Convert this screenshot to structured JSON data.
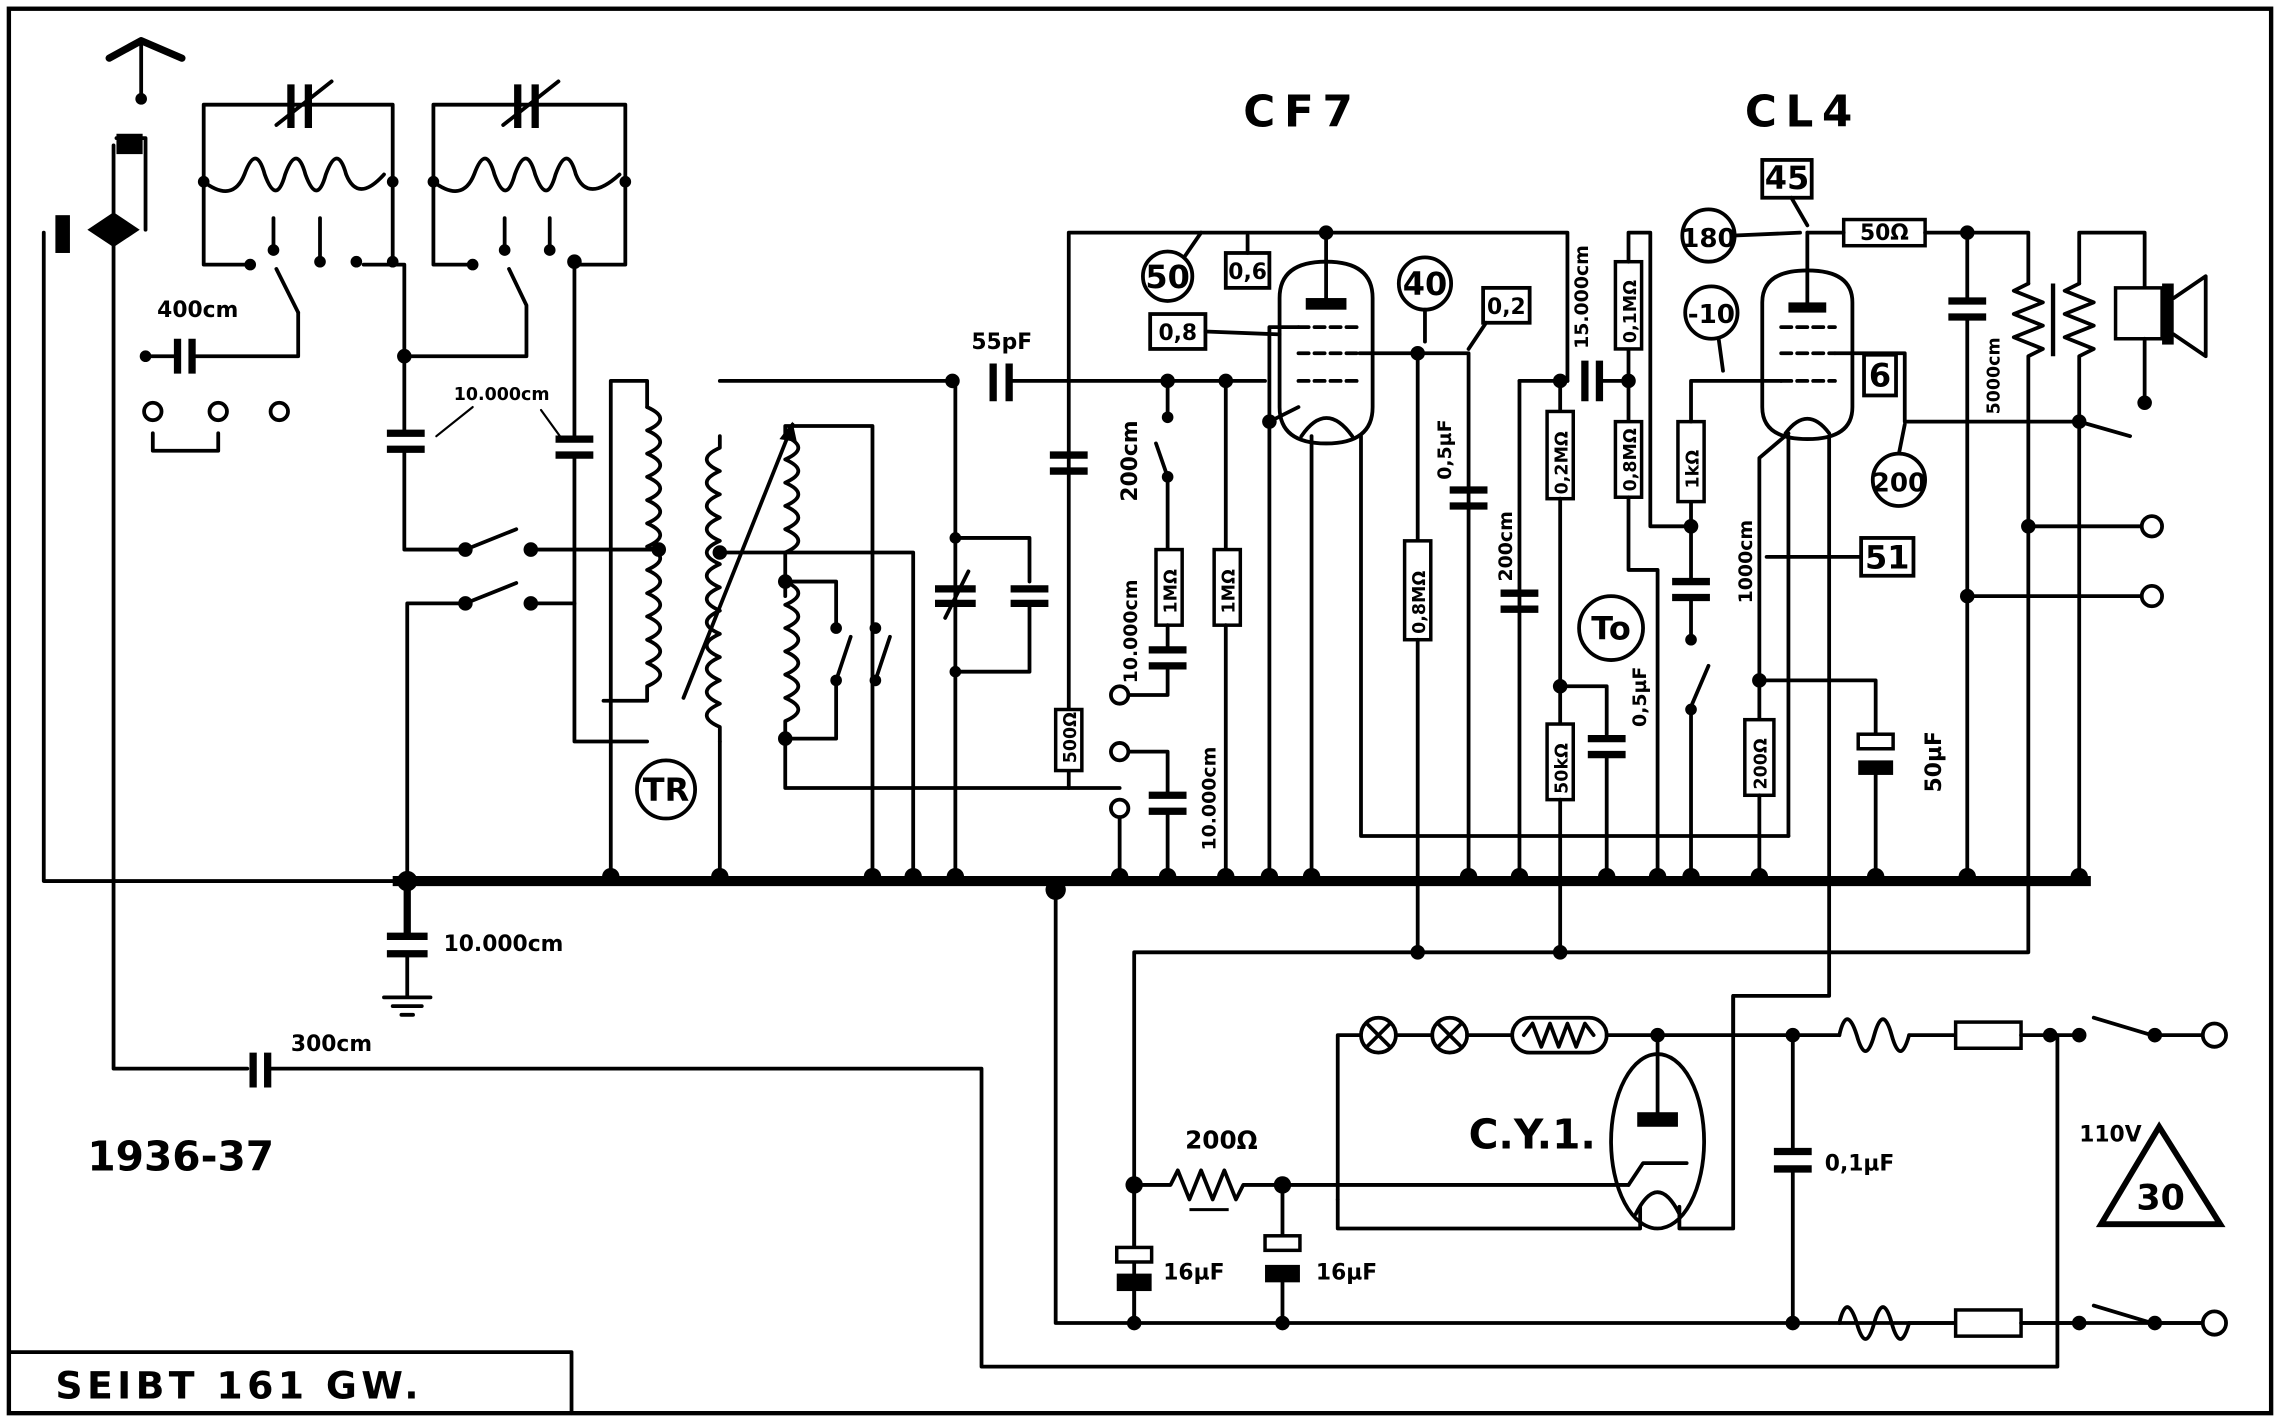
{
  "title": "SEIBT 161 GW.",
  "year": "1936-37",
  "tubes": {
    "cf7": "CF7",
    "cl4": "CL4",
    "cy1": "C.Y.1.",
    "transformer": "TR",
    "to": "To"
  },
  "supply": {
    "voltage": "110V",
    "badge": "30"
  },
  "measurements": {
    "circles": {
      "v50": "50",
      "v40": "40",
      "v180": "180",
      "vm10": "-10",
      "v200": "200"
    },
    "boxes": {
      "b06": "0,6",
      "b08": "0,8",
      "b02": "0,2",
      "b45": "45",
      "b6": "6",
      "b51": "51"
    }
  },
  "components": {
    "c400": "400cm",
    "c10000a": "10.000cm",
    "c55": "55pF",
    "c200a": "200cm",
    "c10000b": "10.000cm",
    "c10000c": "10.000cm",
    "r500": "500Ω",
    "r1m_a": "1MΩ",
    "r1m_b": "1MΩ",
    "r08m_a": "0,8MΩ",
    "c05a": "0,5µF",
    "c200b": "200cm",
    "c15000": "15.000cm",
    "r02m": "0,2MΩ",
    "r01m": "0,1MΩ",
    "r08m_b": "0,8MΩ",
    "r1k": "1kΩ",
    "c1000": "1000cm",
    "r50k": "50kΩ",
    "c05b": "0,5µF",
    "r200": "200Ω",
    "c50u": "50µF",
    "c5000": "5000cm",
    "r50": "50Ω",
    "c10000_ground": "10.000cm",
    "c300": "300cm",
    "r200_psu": "200Ω",
    "c01u": "0,1µF",
    "c16u_a": "16µF",
    "c16u_b": "16µF"
  }
}
